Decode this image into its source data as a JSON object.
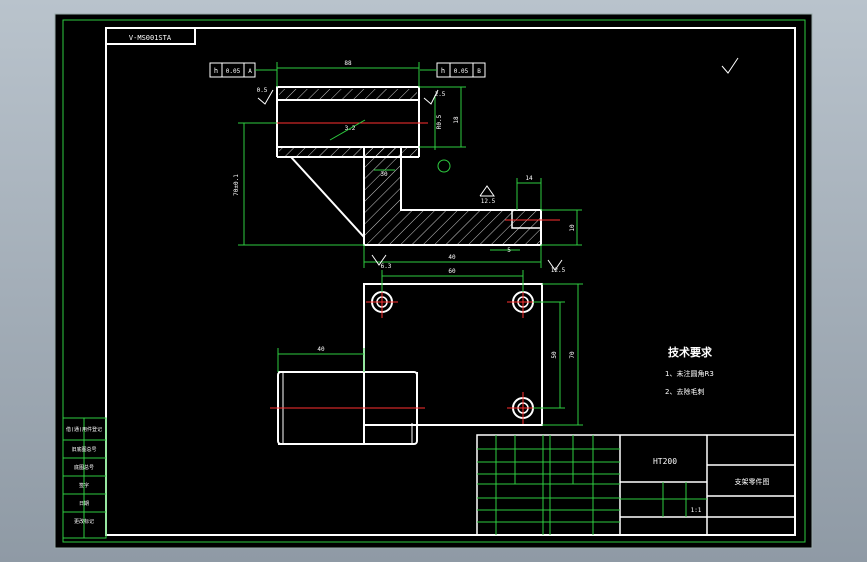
{
  "drawing_number": "V-MS001STA",
  "tolerance_left": {
    "symbol": "h",
    "value": "0.05",
    "datum": "A"
  },
  "tolerance_right": {
    "symbol": "h",
    "value": "0.05",
    "datum": "B"
  },
  "dims": {
    "top_width": "88",
    "height_right": "18",
    "height_left": "70±0.1",
    "hole_label": "R0.5",
    "step_width": "14",
    "step_height": "10",
    "bottom_right": "5",
    "bottom_mid": "40",
    "angle": "30",
    "plate_width": "60",
    "plate_height_inner": "50",
    "plate_height_outer": "70",
    "boss_length": "40",
    "rough_a": "12.5",
    "rough_b": "12.5",
    "rough_c": "6.3",
    "rough_d": "3.2",
    "small_a": "0.5",
    "small_b": "2.5"
  },
  "tech_req": {
    "title": "技术要求",
    "line1": "1、未注圆角R3",
    "line2": "2、去除毛刺"
  },
  "title_block": {
    "material": "HT200",
    "part_name": "支架零件图",
    "scale": "1:1"
  },
  "side_stamp": [
    "借(通)用件登记",
    "旧底图总号",
    "底图总号",
    "签字",
    "日期",
    "更改标记"
  ]
}
